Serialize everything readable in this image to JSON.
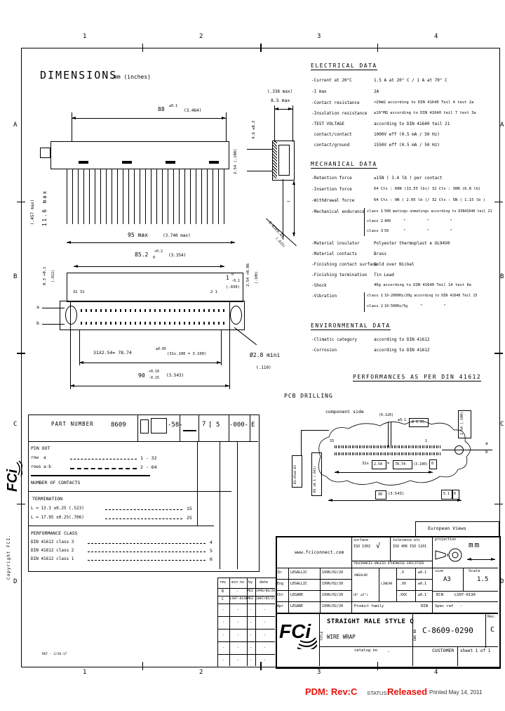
{
  "zones": {
    "c1": "1",
    "c2": "2",
    "c3": "3",
    "c4": "4",
    "rA": "A",
    "rB": "B",
    "rC": "C",
    "rD": "D"
  },
  "header": {
    "title": "DIMENSIONS",
    "units": "mm (inches)"
  },
  "top_view": {
    "w": "88",
    "w_tol": "±0.1",
    "w_in": "(3.464)",
    "h_in": "(.457 max)",
    "h": "11.6 max",
    "len": "95 max",
    "len_in": "(3.740 max)"
  },
  "side_view": {
    "d_in": "(.336 max)",
    "d": "8.5 max",
    "d46": "4.6 ±0.2",
    "d254": "2.54 (.100)",
    "dL": "–",
    "sq": "0.63x0.63",
    "sq_in": "(.025)"
  },
  "front_view": {
    "d852": "85.2",
    "d852_tol": "+0.2",
    "d852_tol2": "0",
    "d852_in": "(3.354)",
    "pins_left": "32 31",
    "pins_right": "2 1",
    "d1": "1",
    "d1_tol": "0",
    "d1_tol2": "-0.1",
    "d1_in": "(.039)",
    "d03": "0.3 +0.1",
    "d03_in": "(.012)",
    "d254": "2.54 +0.06",
    "d254_in": "(.100)",
    "row_a": "a",
    "row_b": "b",
    "pitch": "31X2.54= 78.74",
    "pitch_tol": "±0.05",
    "pitch_in": "(31x.100 = 3.100)",
    "d90": "90",
    "d90_up": "+0.10",
    "d90_dn": "-0.15",
    "d90_in": "(3.543)",
    "hole": "Ø2.8 mini",
    "hole_in": "(.110)"
  },
  "electrical": {
    "title": "ELECTRICAL DATA",
    "rows": [
      {
        "label": "-Current at 20°C",
        "value": "1.5 A at 20° C / 1 A at 70° C"
      },
      {
        "label": "-I max",
        "value": "2A"
      },
      {
        "label": "-Contact resistance",
        "value": "<20mΩ according to DIN 41640 Teil 4 test 2a"
      },
      {
        "label": "-Insulation resistance",
        "value": "≥10⁵MΩ according to DIN 41640 teil 7 test 3a"
      },
      {
        "label": "-TEST VOLTAGE",
        "value": "according to DIN 41640 teil 21"
      },
      {
        "label": " contact/contact",
        "value": "1000V eff (0.5 mA / 50 Hz)"
      },
      {
        "label": " contact/ground",
        "value": "1550V eff (0.5 mA / 50 Hz)"
      }
    ]
  },
  "mechanical": {
    "title": "MECHANICAL DATA",
    "rows": [
      {
        "label": "-Retention force",
        "value": "≥15N ( 3.4 lb ) per contact"
      },
      {
        "label": "-Insertion force",
        "value": "64 Cts : 60N (13.55 lb)/ 32 Cts : 30N (6.8 lb)"
      },
      {
        "label": "-Withdrawal force",
        "value": "64 Cts : 9N ( 2.05 lb )/ 32 Cts : 5N ( 1.15 lb )"
      }
    ],
    "endurance_label": "-Mechanical endurance",
    "endurance": [
      {
        "cls": "class 1",
        "value": "500 matings unmatings according to DIN41640 teil 21"
      },
      {
        "cls": "class 2",
        "value": "400      \"          \"          \""
      },
      {
        "cls": "class 3",
        "value": "50       \"          \"          \""
      }
    ],
    "rows2": [
      {
        "label": "-Material insulator",
        "value": "Polyester thermoplast e UL94V0"
      },
      {
        "label": "-Material contacts",
        "value": "Brass"
      },
      {
        "label": "-Finishing contact surface",
        "value": "Gold over Nickel"
      },
      {
        "label": "-Finishing termination",
        "value": "Tin Lead"
      },
      {
        "label": "-Shock",
        "value": "40g according to DIN 41640 Teil 14 test 6e"
      }
    ],
    "vibration_label": "-Vibration",
    "vibration": [
      {
        "cls": "class 1",
        "value": "10-2000Hz/20g according to DIN 41640 Teil 15"
      },
      {
        "cls": "class 2",
        "value": "10-500Hz/5g      \"          \""
      }
    ]
  },
  "environmental": {
    "title": "ENVIRONMENTAL DATA",
    "rows": [
      {
        "label": "-Climatic category",
        "value": "according to DIN 41612"
      },
      {
        "label": "-Corrosion",
        "value": "according to DIN 41612"
      }
    ]
  },
  "performances": "PERFORMANCES AS PER DIN 41612",
  "pcb": {
    "title": "PCB DRILLING",
    "side": "component side",
    "top_in": "(0.120)",
    "top_tol": "±0.1",
    "pos_tol": "Ø 0.05",
    "pin_33": "33",
    "pin_1": "1",
    "row_a": "a",
    "row_b": "b",
    "pitch_pre": "31x",
    "pitch_254": "2.54",
    "pitch_eq": "=",
    "pitch_7874": "78.74",
    "pitch_in": "(3.100)",
    "datum0": "0",
    "d90": "90",
    "d90_in": "(3.543)",
    "datum51": "5.1",
    "datum51b": "0",
    "hole1": "Ø1.05±0.05",
    "hole2": "Ø1 ±0.1 (.041)",
    "right254": "2.54 (.100)"
  },
  "part_number": {
    "label": "PART NUMBER",
    "pn1": "8609",
    "pn2": "-58-",
    "pn3a": "7",
    "pn3b": "[",
    "pn3c": "5",
    "pn4": "-000-",
    "pn5": "E",
    "pinout_title": "PIN OUT",
    "pinout": [
      {
        "label": "row  a",
        "value": "1 - 32"
      },
      {
        "label": "rows a-b",
        "value": "2 - 64"
      }
    ],
    "contacts_title": "NUMBER OF CONTACTS",
    "termination_title": "TERMINATION",
    "termination": [
      {
        "label": "L = 13.3 ±0.25 (.523)",
        "value": "15"
      },
      {
        "label": "L = 17.95 ±0.25(.706)",
        "value": "25"
      }
    ],
    "class_title": "PERFORMANCE CLASS",
    "classes": [
      {
        "label": "DIN 41612 class 3",
        "value": "4"
      },
      {
        "label": "DIN 41612 class 2",
        "value": "5"
      },
      {
        "label": "DIN 41612 class 1",
        "value": "6"
      }
    ]
  },
  "rev_table": {
    "h1": "rev",
    "h2": "ecn no",
    "h3": "by",
    "h4": "date",
    "rows": [
      [
        "B",
        "-",
        "MLE",
        "1996/06/20"
      ],
      [
        "C",
        "LS07-0130",
        "MLE",
        "2007/05/21"
      ],
      [
        "-",
        "-",
        "-",
        "-"
      ],
      [
        "-",
        "-",
        "-",
        "-"
      ],
      [
        "-",
        "-",
        "-",
        "-"
      ],
      [
        "-",
        "-",
        "-",
        "-"
      ],
      [
        "-",
        "-",
        "-",
        "-"
      ]
    ]
  },
  "title_block": {
    "european": "European Views",
    "website": "www.fciconnect.com",
    "surface_label": "surface",
    "surface_std": "ISO 1302",
    "surface_check": "√",
    "tol_label": "tolerance etc",
    "tol_std": "ISO 406 ISO 1101",
    "tol_note": "TOLERANCES UNLESS OTHERWISE SPECIFIED",
    "projection_label": "projection",
    "unit": "mm",
    "approvals": [
      {
        "role": "Dr",
        "name": "LEGALLIC",
        "date": "1996/02/20"
      },
      {
        "role": "Eng",
        "name": "LEGALLIC",
        "date": "1996/02/20"
      },
      {
        "role": "Chr",
        "name": "LEGARE",
        "date": "1996/02/20"
      },
      {
        "role": "Apr",
        "name": "LEGARE",
        "date": "1996/02/20"
      }
    ],
    "angular_label": "ANGULAR",
    "angular_val": "(0° ±2°)",
    "linear_label": "LINEAR",
    "linear": [
      {
        "k": ".X",
        "v": "±0.1"
      },
      {
        "k": ".XX",
        "v": "±0.1"
      },
      {
        "k": ".XXX",
        "v": "±0.1"
      }
    ],
    "product_family": "Product family",
    "din": "DIN",
    "spec_ref": "Spec ref",
    "spec_val": "-",
    "size_label": "size",
    "size": "A3",
    "scale_label": "Scale",
    "scale": "1.5",
    "ecn_label": "ECN",
    "ecn": "LS07-0130",
    "title_label": "TITLE",
    "title1": "STRAIGHT MALE STYLE Q",
    "title2": "WIRE WRAP",
    "dwg_label": "DWG NO",
    "dwg": "C-8609-0290",
    "rev_label": "Rev.",
    "rev": "C",
    "catalog_label": "catalog no",
    "catalog_val": "-",
    "customer": "CUSTOMER",
    "sheet": "sheet 1 of 1",
    "logo": "FCi"
  },
  "margin": {
    "copyright": "Copyright FCI.",
    "logo": "FCi",
    "ref": "REF - 2/20-17"
  },
  "footer": {
    "pdm": "PDM: Rev:C",
    "status_label": "STATUS:",
    "status": "Released",
    "printed": "Printed May 14, 2011",
    "accent_red": "#e8120a"
  }
}
